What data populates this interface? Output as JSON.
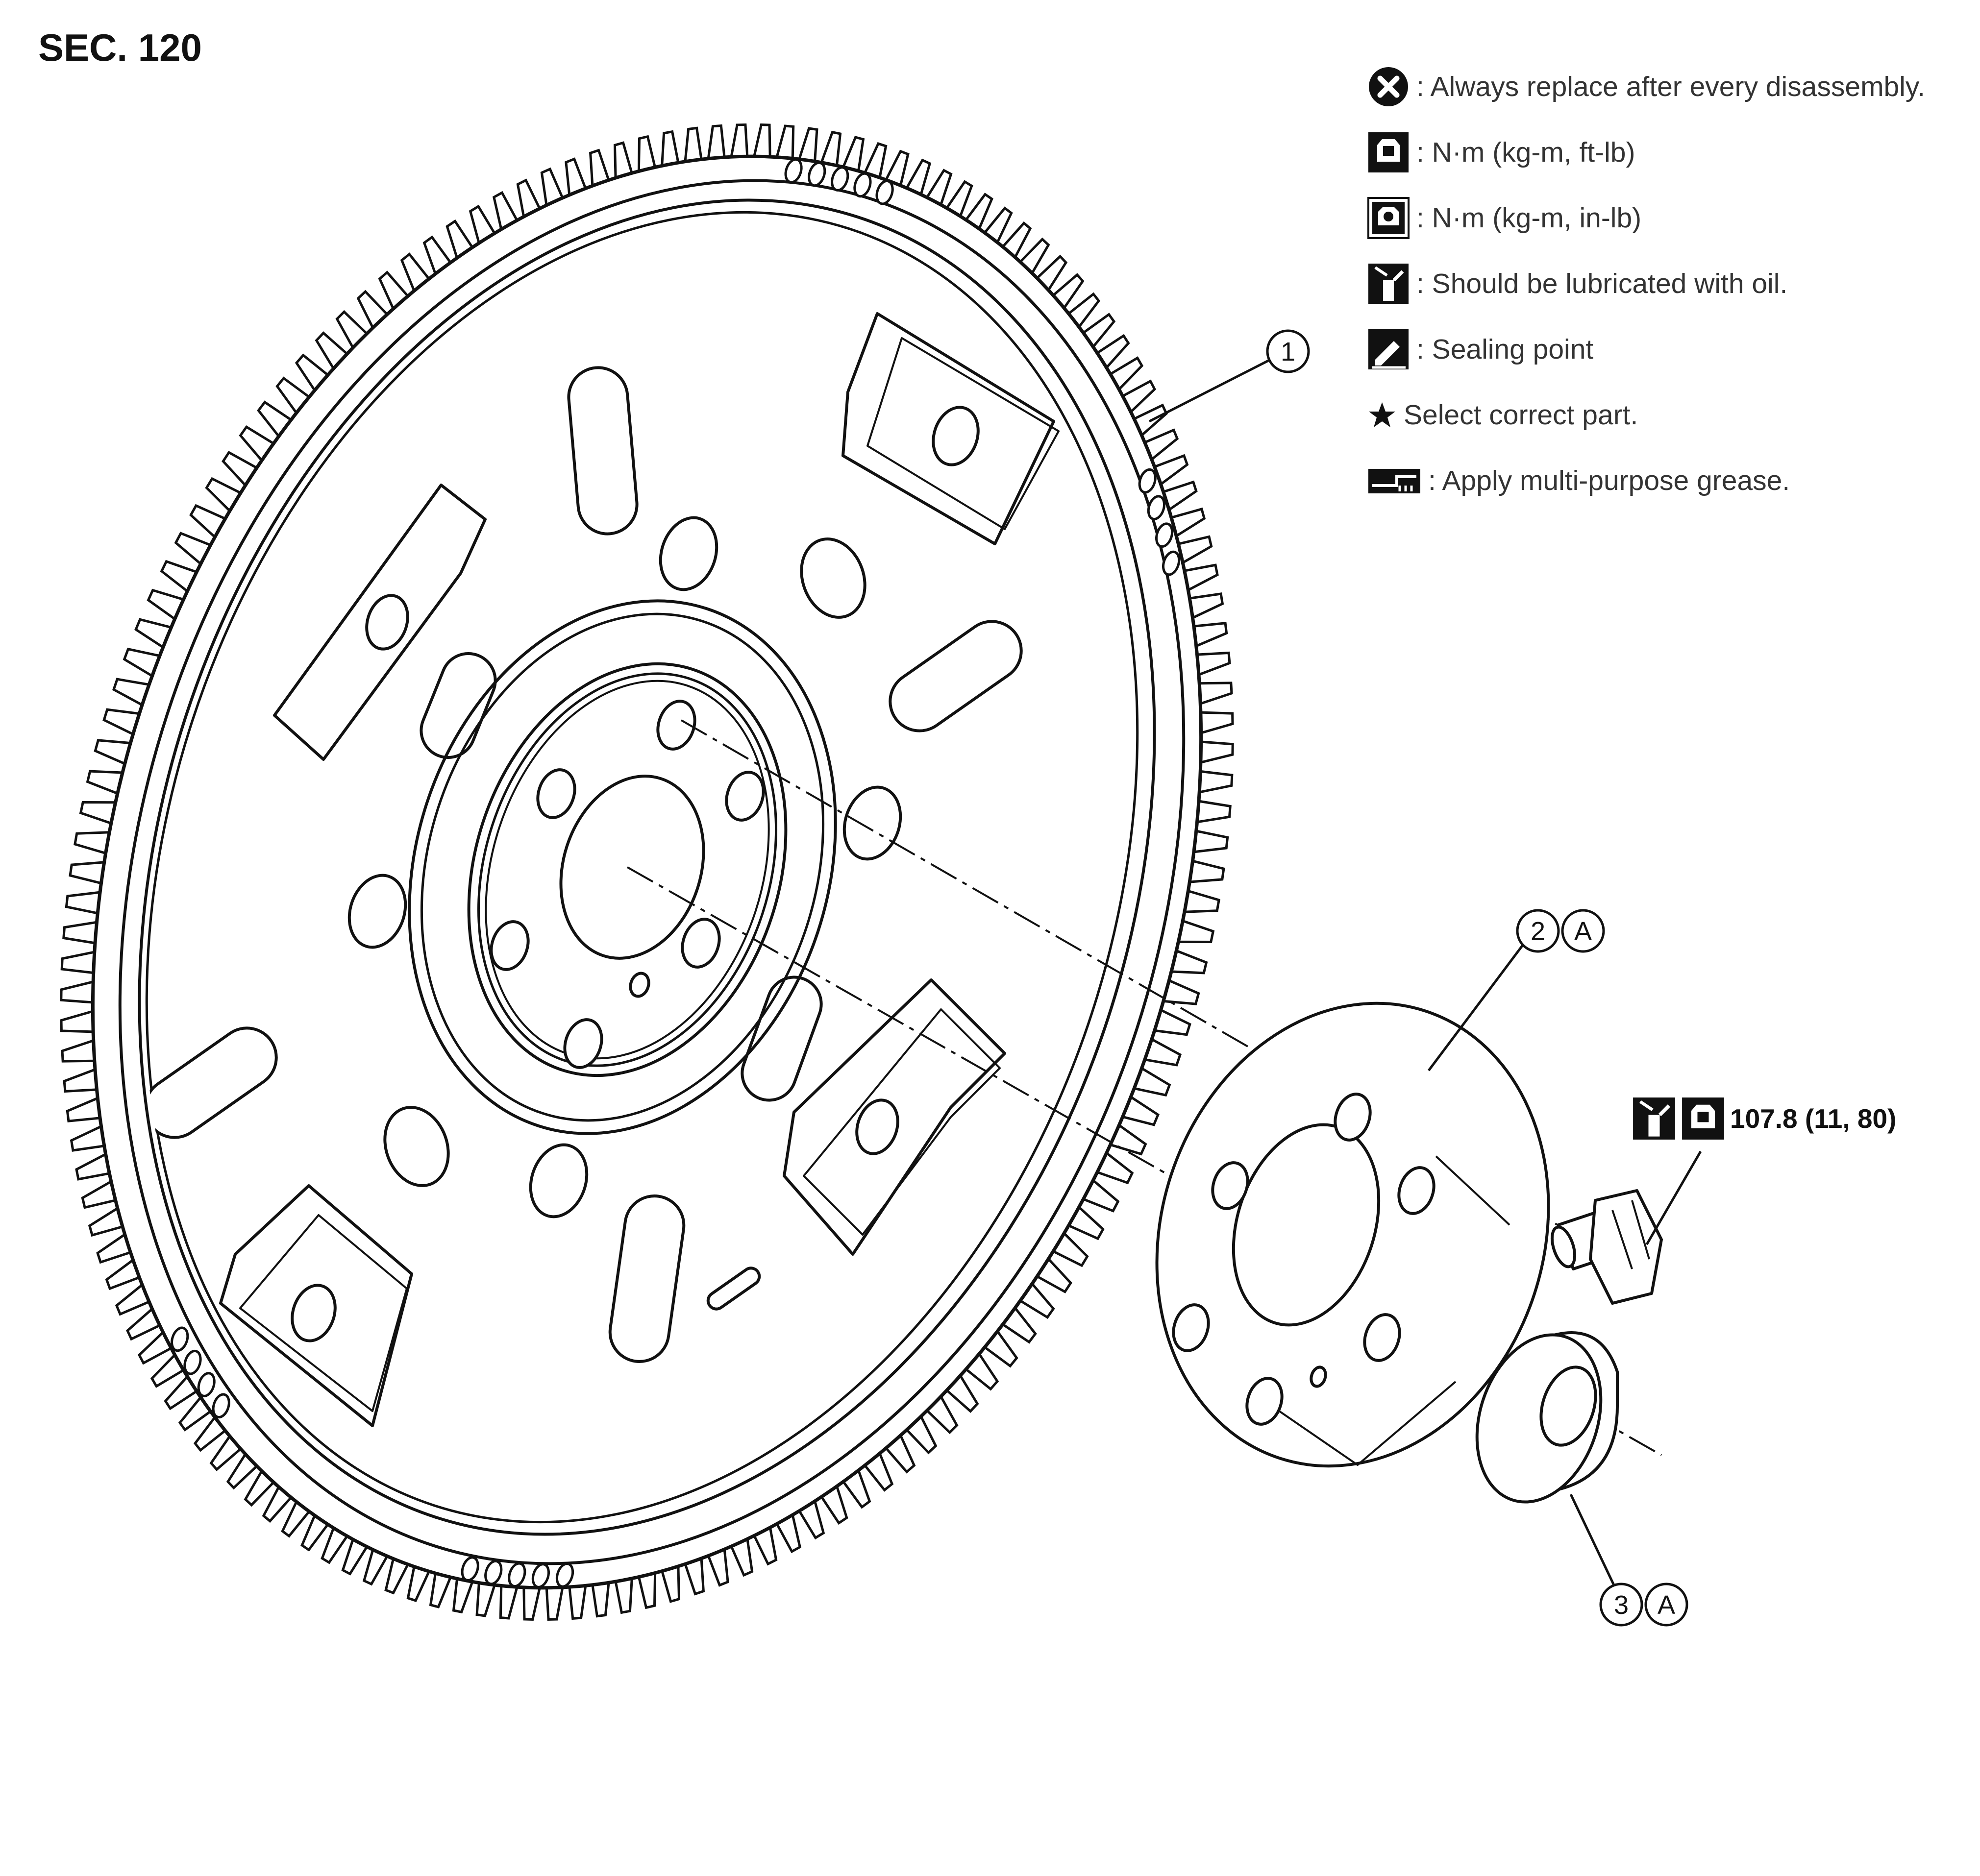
{
  "section": "SEC. 120",
  "legend": [
    {
      "icon": "always-replace-icon",
      "text": ": Always replace after every disassembly."
    },
    {
      "icon": "torque-wrench-icon",
      "text": ": N·m (kg-m, ft-lb)"
    },
    {
      "icon": "torque-wrench-small-icon",
      "text": ": N·m (kg-m, in-lb)"
    },
    {
      "icon": "oil-can-icon",
      "text": ": Should be lubricated with oil."
    },
    {
      "icon": "sealing-icon",
      "text": ": Sealing point"
    },
    {
      "icon": "star-icon",
      "text": "Select correct part."
    },
    {
      "icon": "grease-icon",
      "text": ": Apply multi-purpose grease."
    }
  ],
  "callouts": {
    "part1": "1",
    "part2": "2",
    "part3": "3",
    "ref_a": "A"
  },
  "torque": {
    "value": "107.8 (11, 80)",
    "icons": [
      "oil-can-icon",
      "torque-wrench-icon"
    ]
  }
}
